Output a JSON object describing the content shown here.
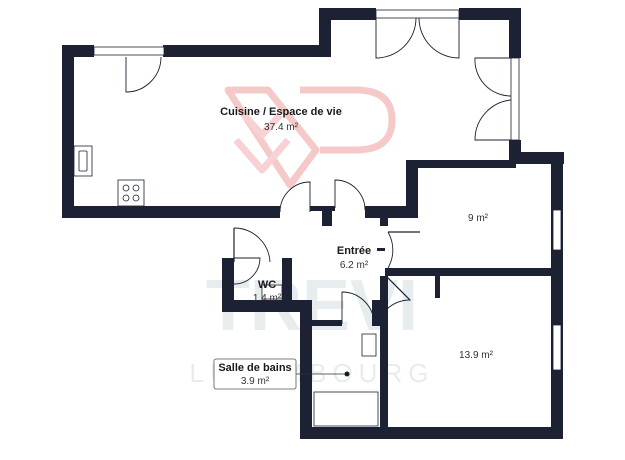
{
  "watermark": {
    "brand": "TREVI",
    "sub": "LUXEMBOURG",
    "logo_color": "#f6c9c9"
  },
  "colors": {
    "wall": "#1c2233",
    "background": "#ffffff"
  },
  "rooms": {
    "kitchen": {
      "name": "Cuisine / Espace de vie",
      "area": "37.4 m²"
    },
    "bedroom1": {
      "name": "",
      "area": "9 m²"
    },
    "entree": {
      "name": "Entrée",
      "area": "6.2 m²"
    },
    "wc": {
      "name": "WC",
      "area": "1.4 m²"
    },
    "bedroom2": {
      "name": "",
      "area": "13.9 m²"
    },
    "bathroom": {
      "name": "Salle de bains",
      "area": "3.9 m²"
    }
  }
}
